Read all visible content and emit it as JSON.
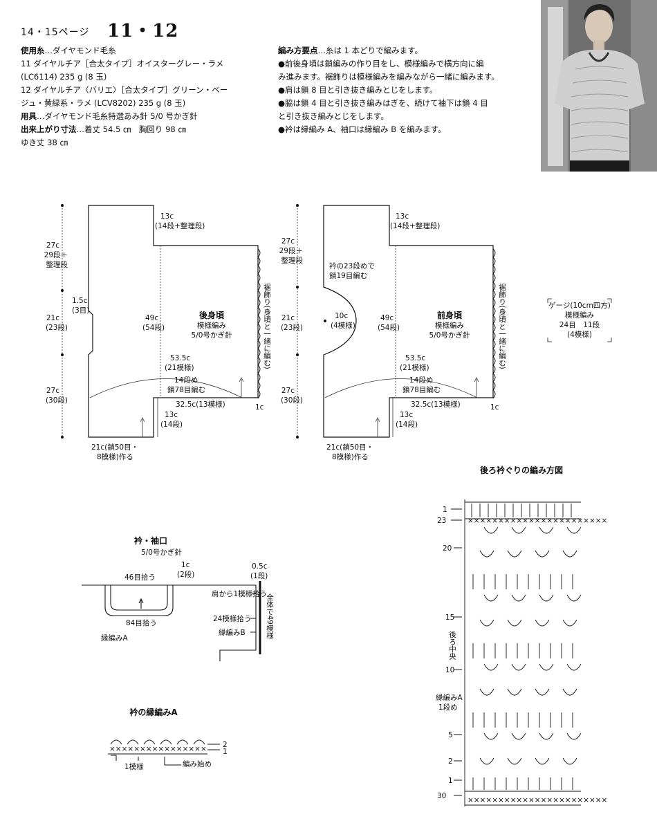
{
  "header": {
    "page_ref": "14・15ページ",
    "pattern_no": "11・12"
  },
  "materials": {
    "yarn_label": "使用糸",
    "yarn_brand": "…ダイヤモンド毛糸",
    "line11": "11 ダイヤルチア［合太タイプ］オイスターグレー・ラメ",
    "line11b": "(LC6114) 235 g (8 玉)",
    "line12": "12 ダイヤルチア〈バリエ〉［合太タイプ］グリーン・ベー",
    "line12b": "ジュ・黄緑系・ラメ (LCV8202) 235 g (8 玉)",
    "tools_label": "用具",
    "tools": "…ダイヤモンド毛糸特選あみ針 5/0 号かぎ針",
    "size_label": "出来上がり寸法",
    "size": "…着丈 54.5 ㎝　胸回り 98 ㎝",
    "size2": "ゆき丈 38 ㎝"
  },
  "instructions": {
    "label": "編み方要点",
    "intro": "…糸は 1 本どりで編みます。",
    "l1": "●前後身頃は鎖編みの作り目をし、模様編みで横方向に編",
    "l1b": "み進みます。裾飾りは模様編みを編みながら一緒に編みます。",
    "l2": "●肩は鎖 8 目と引き抜き編みとじをします。",
    "l3": "●脇は鎖 4 目と引き抜き編みはぎを、続けて袖下は鎖 4 目",
    "l3b": "と引き抜き編みとじをします。",
    "l4": "●衿は縁編み A、袖口は縁編み B を編みます。"
  },
  "back_body": {
    "title": "後身頃",
    "pattern": "模様編み",
    "hook": "5/0号かぎ針",
    "top": "13c",
    "top2": "(14段+整理段)",
    "left1": "27c",
    "left1b": "29段＋",
    "left1c": "整理段",
    "notch": "1.5c",
    "notch2": "(3目)",
    "left2": "21c",
    "left2b": "(23段)",
    "left3": "27c",
    "left3b": "(30段)",
    "mid": "49c",
    "mid2": "(54段)",
    "width": "53.5c",
    "width2": "(21模様)",
    "rows": "14段め",
    "rows2": "鎖78目編む",
    "bottom_w": "32.5c(13模様)",
    "small": "13c",
    "small2": "(14段)",
    "cast": "21c(鎖50目・",
    "cast2": "8模様)作る",
    "edge": "1c",
    "hem": "裾飾り(身頃と一緒に編む)"
  },
  "front_body": {
    "title": "前身頃",
    "pattern": "模様編み",
    "hook": "5/0号かぎ針",
    "neck": "衿の23段めで",
    "neck2": "鎖19目編む",
    "neck_depth": "10c",
    "neck_depth2": "(4模様)",
    "top": "13c",
    "top2": "(14段+整理段)",
    "left1": "27c",
    "left1b": "29段＋",
    "left1c": "整理段",
    "left2": "21c",
    "left2b": "(23段)",
    "left3": "27c",
    "left3b": "(30段)",
    "mid": "49c",
    "mid2": "(54段)",
    "width": "53.5c",
    "width2": "(21模様)",
    "rows": "14段め",
    "rows2": "鎖78目編む",
    "bottom_w": "32.5c(13模様)",
    "small": "13c",
    "small2": "(14段)",
    "cast": "21c(鎖50目・",
    "cast2": "8模様)作る",
    "edge": "1c",
    "hem": "裾飾り(身頃と一緒に編む)"
  },
  "gauge": {
    "title": "ゲージ(10cm四方)",
    "pattern": "模様編み",
    "values": "24目　11段",
    "sub": "(4模様)"
  },
  "collar_cuff": {
    "title": "衿・袖口",
    "hook": "5/0号かぎ針",
    "pick46": "46目拾う",
    "pick84": "84目拾う",
    "edgeA": "縁編みA",
    "h1": "1c",
    "h1b": "(2段)",
    "h2": "0.5c",
    "h2b": "(1段)",
    "shoulder": "肩から1模様拾う",
    "pick24": "24模様拾う",
    "edgeB": "縁編みB",
    "total": "全体で49模様"
  },
  "edging_a": {
    "title": "衿の縁編みA",
    "rep": "1模様",
    "start": "編み始め",
    "r2": "2",
    "r1": "1"
  },
  "chart": {
    "title": "後ろ衿ぐりの編み方図",
    "rows": [
      "1",
      "23",
      "20",
      "15",
      "10",
      "5",
      "2",
      "1",
      "30"
    ],
    "center": "後ろ中央",
    "edge_label": "縁編みA",
    "edge_label2": "1段め"
  }
}
